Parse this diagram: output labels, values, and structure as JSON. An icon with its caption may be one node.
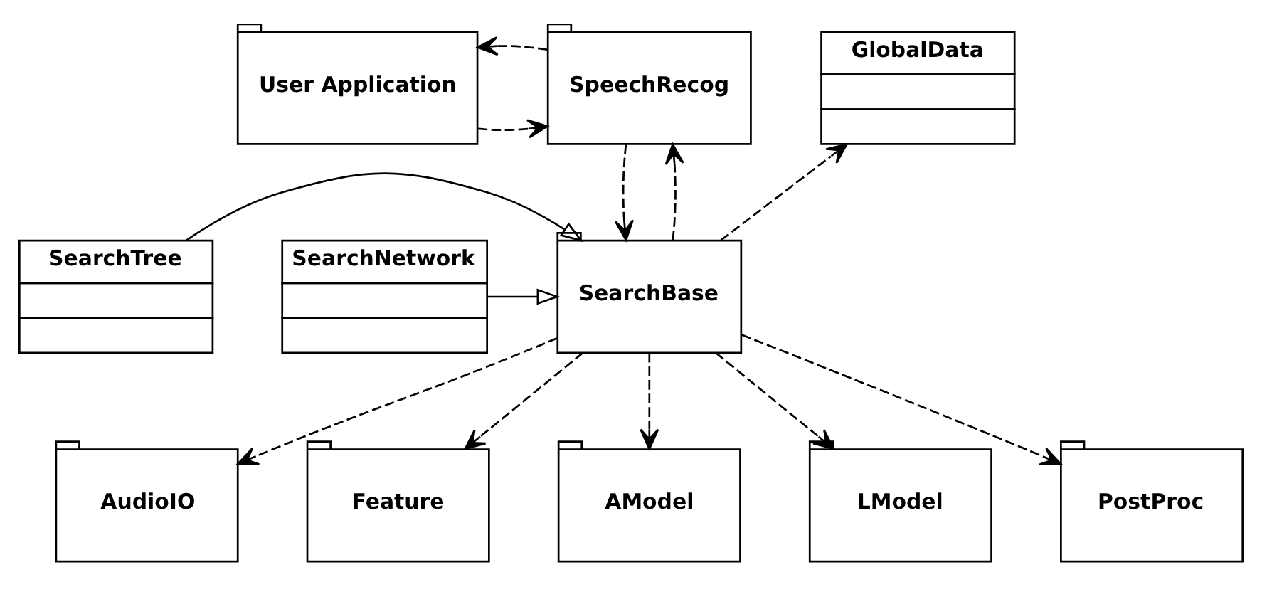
{
  "diagram": {
    "nodes": [
      {
        "text": [
          "User Application"
        ]
      },
      {
        "text": [
          "SpeechRecog"
        ]
      },
      {
        "text": [
          "GlobalData"
        ]
      },
      {
        "text": [
          "SearchTree"
        ]
      },
      {
        "text": [
          "SearchBase"
        ]
      },
      {
        "text": [
          "SearchNetwork"
        ]
      },
      {
        "text": [
          "AudioIO"
        ]
      },
      {
        "text": [
          "Feature"
        ]
      },
      {
        "text": [
          "AModel"
        ]
      },
      {
        "text": [
          "LModel"
        ]
      },
      {
        "text": [
          "PostProc"
        ]
      }
    ],
    "edges": [
      {
        "from": 0,
        "to": 1,
        "arrow": "to",
        "style": "dashed"
      },
      {
        "from": 1,
        "to": 0,
        "arrow": "to",
        "style": "dashed"
      },
      {
        "from": 1,
        "to": 4,
        "arrow": "to",
        "style": "dashed"
      },
      {
        "from": 4,
        "to": 1,
        "arrow": "to",
        "style": "dashed"
      },
      {
        "from": 4,
        "to": 2,
        "arrow": "to",
        "style": "dashed"
      },
      {
        "from": 3,
        "to": 4,
        "arrow": "to"
      },
      {
        "from": 5,
        "to": 4,
        "arrow": "to"
      },
      {
        "from": 4,
        "to": 6,
        "arrow": "to",
        "style": "dashed"
      },
      {
        "from": 4,
        "to": 7,
        "arrow": "to",
        "style": "dashed"
      },
      {
        "from": 4,
        "to": 8,
        "arrow": "to",
        "style": "dashed"
      },
      {
        "from": 4,
        "to": 9,
        "arrow": "to",
        "style": "dashed"
      },
      {
        "from": 4,
        "to": 10,
        "arrow": "to",
        "style": "dashed"
      }
    ]
  }
}
